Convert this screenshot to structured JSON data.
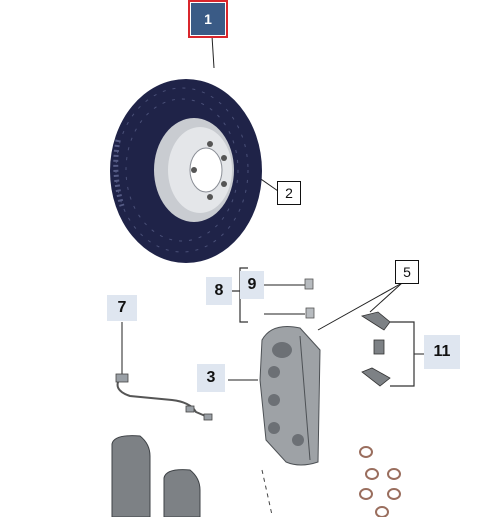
{
  "diagram": {
    "selected_callout": "1",
    "callouts": [
      {
        "label": "1",
        "part": "brake disc",
        "style": "selected"
      },
      {
        "label": "2",
        "style": "boxed"
      },
      {
        "label": "3",
        "style": "filled"
      },
      {
        "label": "5",
        "style": "boxed"
      },
      {
        "label": "7",
        "style": "filled"
      },
      {
        "label": "8",
        "style": "filled"
      },
      {
        "label": "9",
        "style": "filled"
      },
      {
        "label": "11",
        "style": "filled"
      }
    ],
    "colors": {
      "disc": "#1f2348",
      "hub": "#d6d8dc",
      "caliper": "#9ea2a6",
      "pad": "#7d8185",
      "callout_fill": "#dfe6f0",
      "selected_fill": "#3a5b86",
      "selected_border": "#d9262c"
    }
  }
}
